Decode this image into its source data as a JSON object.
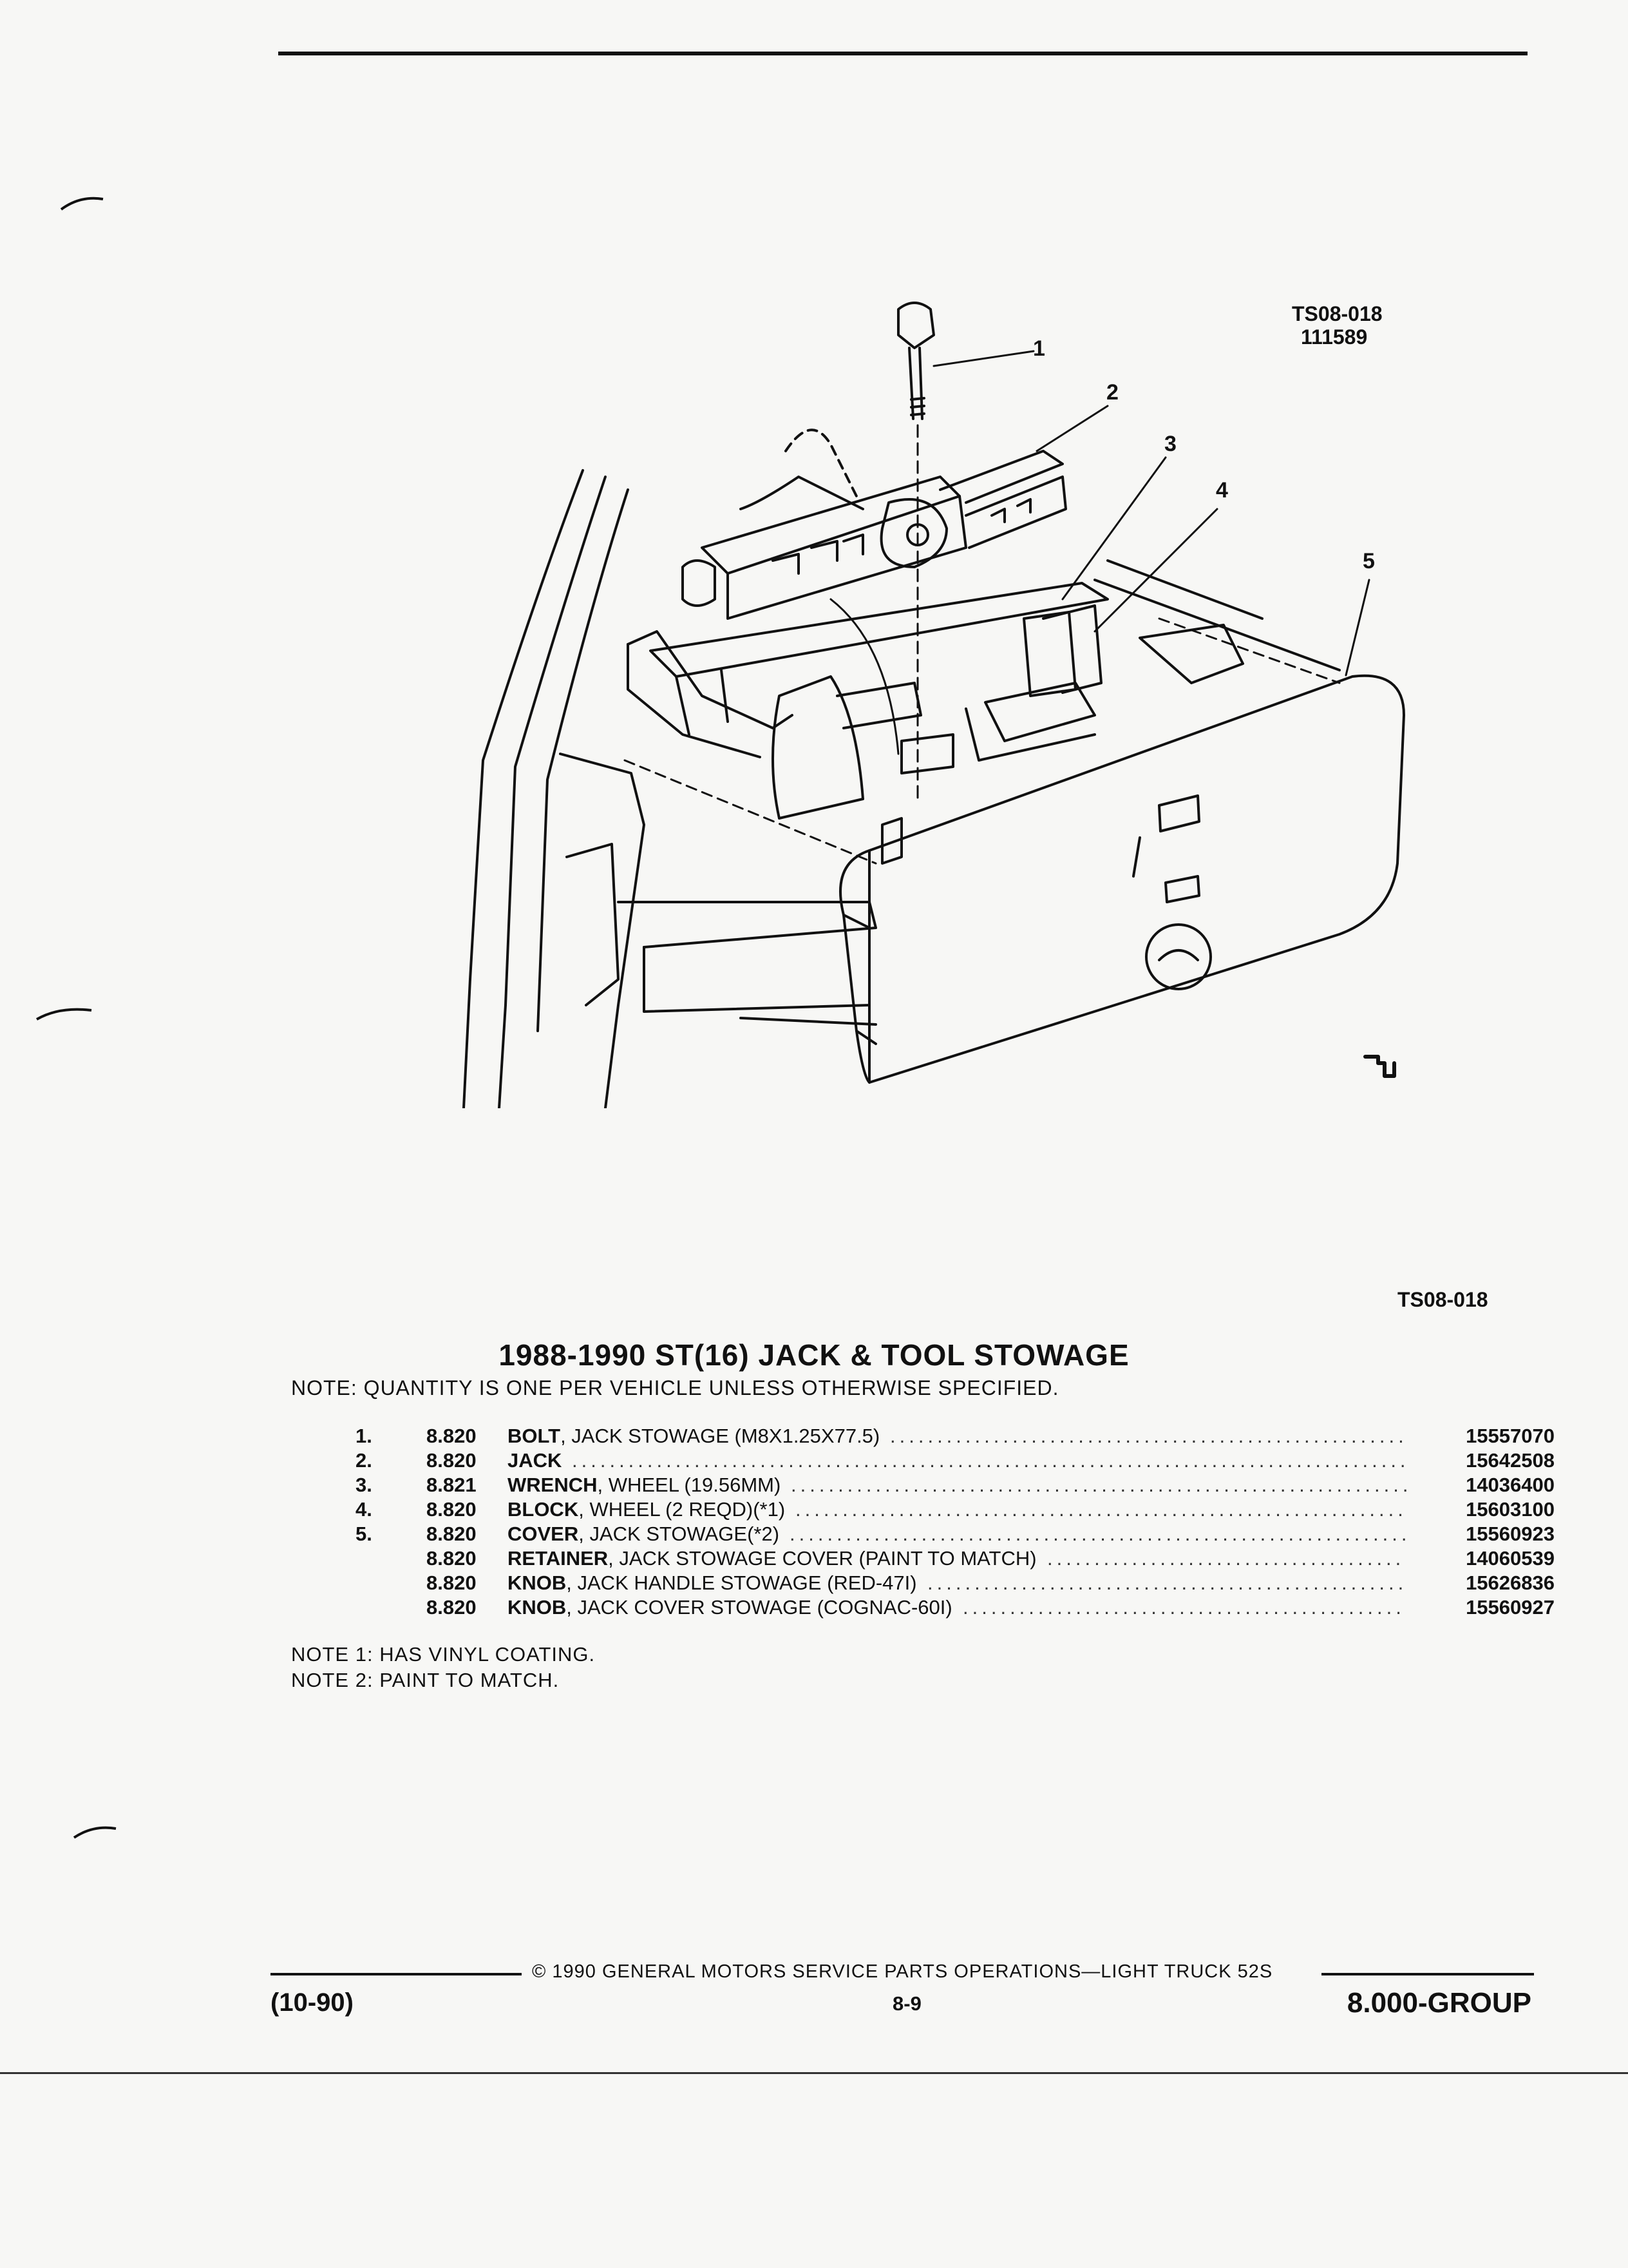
{
  "diagram": {
    "ref_code": "TS08-018",
    "ref_number": "111589",
    "callouts": [
      "1",
      "2",
      "3",
      "4",
      "5"
    ]
  },
  "figure_code": "TS08-018",
  "title": "1988-1990 ST(16) JACK & TOOL STOWAGE",
  "note": "NOTE: QUANTITY IS ONE PER VEHICLE UNLESS OTHERWISE SPECIFIED.",
  "parts": [
    {
      "index": "1.",
      "group": "8.820",
      "name": "BOLT",
      "detail": ", JACK STOWAGE (M8X1.25X77.5)",
      "part_no": "15557070"
    },
    {
      "index": "2.",
      "group": "8.820",
      "name": "JACK",
      "detail": "",
      "part_no": "15642508"
    },
    {
      "index": "3.",
      "group": "8.821",
      "name": "WRENCH",
      "detail": ", WHEEL (19.56MM)",
      "part_no": "14036400"
    },
    {
      "index": "4.",
      "group": "8.820",
      "name": "BLOCK",
      "detail": ", WHEEL (2 REQD)(*1)",
      "part_no": "15603100"
    },
    {
      "index": "5.",
      "group": "8.820",
      "name": "COVER",
      "detail": ", JACK STOWAGE(*2)",
      "part_no": "15560923"
    },
    {
      "index": "",
      "group": "8.820",
      "name": "RETAINER",
      "detail": ", JACK STOWAGE COVER (PAINT TO MATCH)",
      "part_no": "14060539"
    },
    {
      "index": "",
      "group": "8.820",
      "name": "KNOB",
      "detail": ", JACK HANDLE STOWAGE (RED-47I)",
      "part_no": "15626836"
    },
    {
      "index": "",
      "group": "8.820",
      "name": "KNOB",
      "detail": ", JACK COVER STOWAGE (COGNAC-60I)",
      "part_no": "15560927"
    }
  ],
  "footnotes": [
    "NOTE 1: HAS VINYL COATING.",
    "NOTE 2: PAINT TO MATCH."
  ],
  "footer": {
    "copyright": "© 1990 GENERAL MOTORS SERVICE PARTS OPERATIONS—LIGHT TRUCK 52S",
    "date": "(10-90)",
    "page": "8-9",
    "group": "8.000-GROUP"
  }
}
